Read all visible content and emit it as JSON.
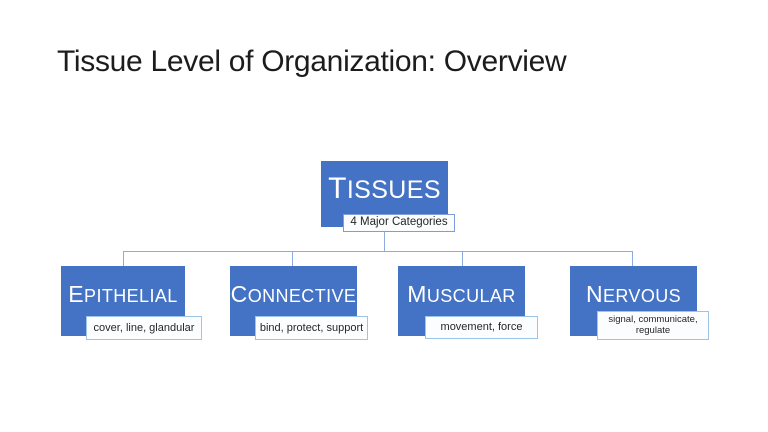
{
  "slide": {
    "title": "Tissue Level of Organization: Overview"
  },
  "chart": {
    "type": "org-hierarchy",
    "root": {
      "label": "TISSUES",
      "sublabel": "4 Major Categories"
    },
    "children": [
      {
        "label": "EPITHELIAL",
        "sublabel": "cover, line, glandular"
      },
      {
        "label": "CONNECTIVE",
        "sublabel": "bind, protect, support"
      },
      {
        "label": "MUSCULAR",
        "sublabel": "movement, force"
      },
      {
        "label": "NERVOUS",
        "sublabel": "signal, communicate, regulate"
      }
    ],
    "colors": {
      "node_fill": "#4472C4",
      "node_text": "#FFFFFF",
      "connector": "#8FAADC",
      "tag_fill": "#FBFDFE",
      "tag_border": "#9DC3E6",
      "tag_text": "#262626",
      "title_text": "#1C1C1C",
      "background": "#FFFFFF"
    }
  }
}
